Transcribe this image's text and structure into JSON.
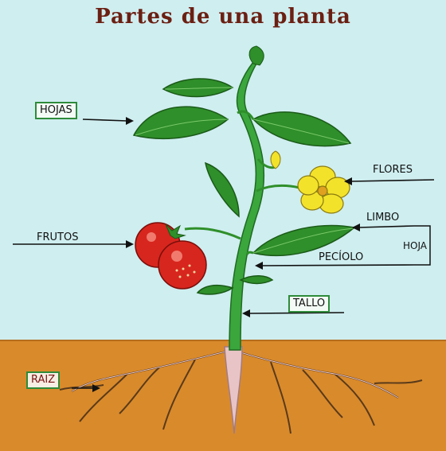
{
  "title": "Partes de una planta",
  "labels": {
    "hojas": "HOJAS",
    "flores": "FLORES",
    "limbo": "LIMBO",
    "hoja": "HOJA",
    "frutos": "FRUTOS",
    "peciolo": "PECÍOLO",
    "tallo": "TALLO",
    "raiz": "RAIZ"
  },
  "colors": {
    "sky": "#cfeef0",
    "soil": "#d98a2b",
    "stem": "#3aa63c",
    "leaf": "#2f8f2a",
    "flower": "#f3e22a",
    "fruit": "#d7261e",
    "root": "#e8c4c6",
    "title": "#6b1f12"
  }
}
